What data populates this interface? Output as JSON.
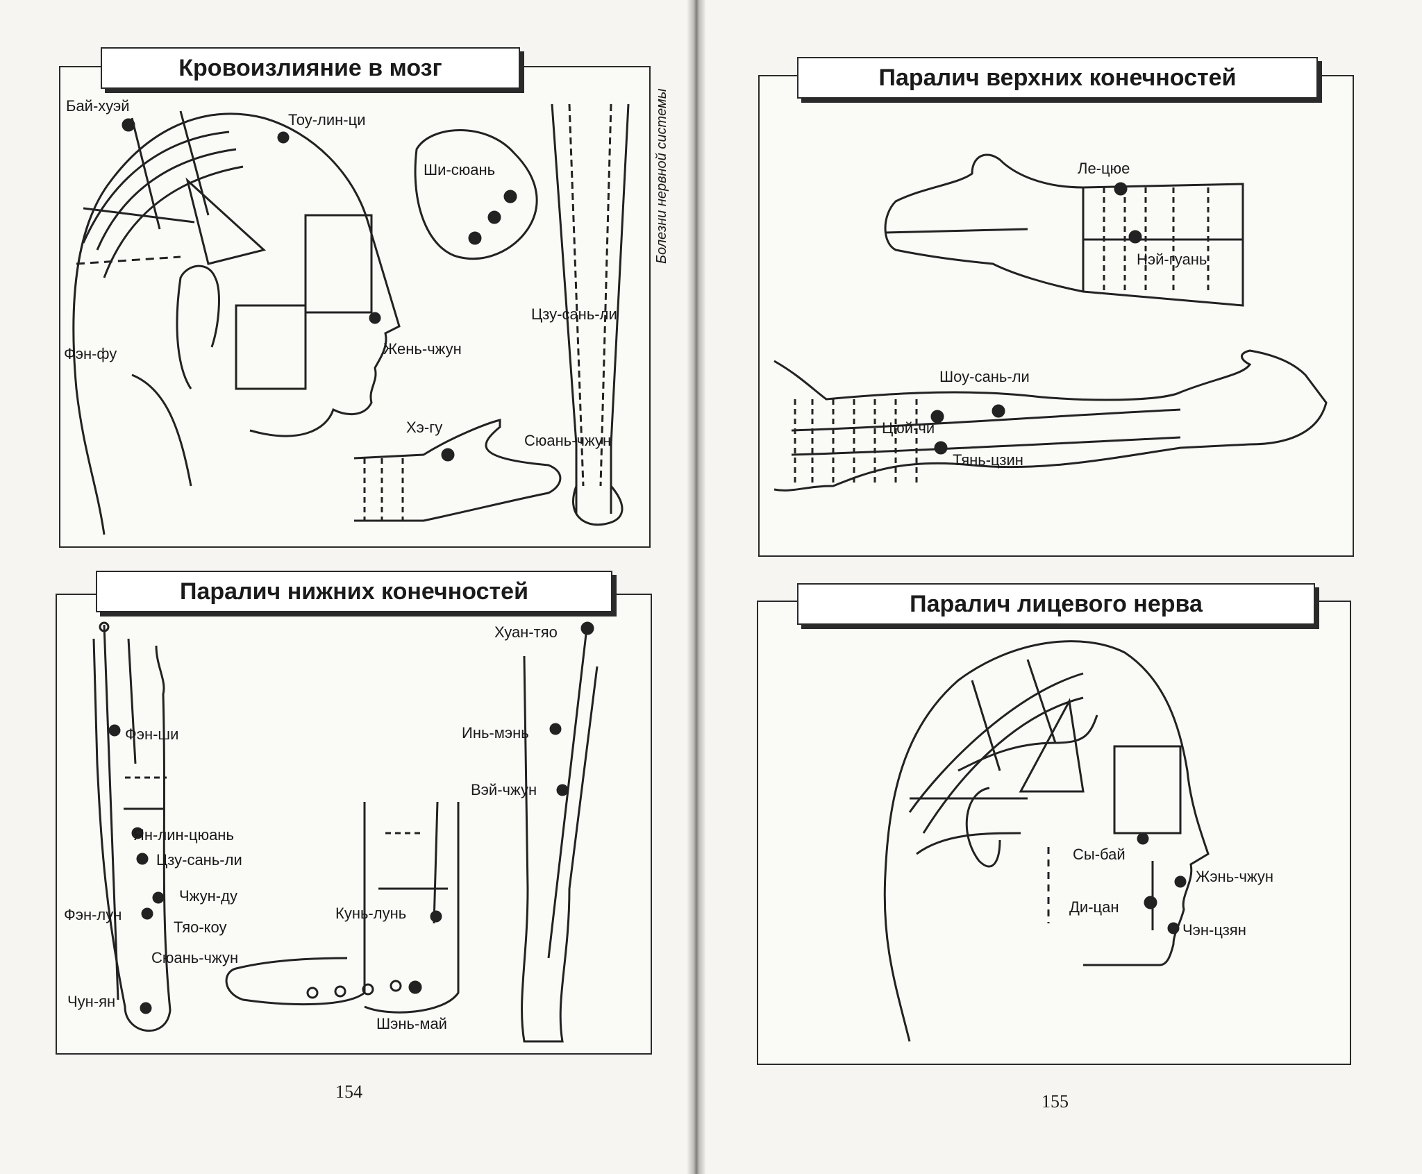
{
  "spine_text": "Болезни нервной системы",
  "page_numbers": {
    "left": "154",
    "right": "155"
  },
  "panels": {
    "stroke": {
      "title": "Кровоизлияние в мозг",
      "labels": {
        "bai_hui": "Бай-хуэй",
        "tou_lin_qi": "Тоу-лин-ци",
        "shi_xuan": "Ши-сюань",
        "feng_fu": "Фэн-фу",
        "ren_zhong": "Жень-чжун",
        "zu_san_li": "Цзу-сань-ли",
        "he_gu": "Хэ-гу",
        "xuan_zhong": "Сюань-чжун"
      }
    },
    "lower": {
      "title": "Паралич нижних конечностей",
      "labels": {
        "huan_tiao": "Хуан-тяо",
        "feng_shi": "Фэн-ши",
        "yin_men": "Инь-мэнь",
        "wei_zhong": "Вэй-чжун",
        "yang_ling_quan": "Ян-лин-цюань",
        "zu_san_li": "Цзу-сань-ли",
        "zhong_du": "Чжун-ду",
        "feng_long": "Фэн-лун",
        "tiao_kou": "Тяо-коу",
        "kun_lun": "Кунь-лунь",
        "xuan_zhong": "Сюань-чжун",
        "chong_yang": "Чун-ян",
        "shen_mai": "Шэнь-май"
      }
    },
    "upper": {
      "title": "Паралич верхних конечностей",
      "labels": {
        "lie_que": "Ле-цюе",
        "nei_guan": "Нэй-гуань",
        "shou_san_li": "Шоу-сань-ли",
        "qu_chi": "Цюй-чи",
        "tian_jing": "Тянь-цзин"
      }
    },
    "facial": {
      "title": "Паралич лицевого нерва",
      "labels": {
        "si_bai": "Сы-бай",
        "ren_zhong": "Жэнь-чжун",
        "di_cang": "Ди-цан",
        "cheng_jiang": "Чэн-цзян"
      }
    }
  }
}
